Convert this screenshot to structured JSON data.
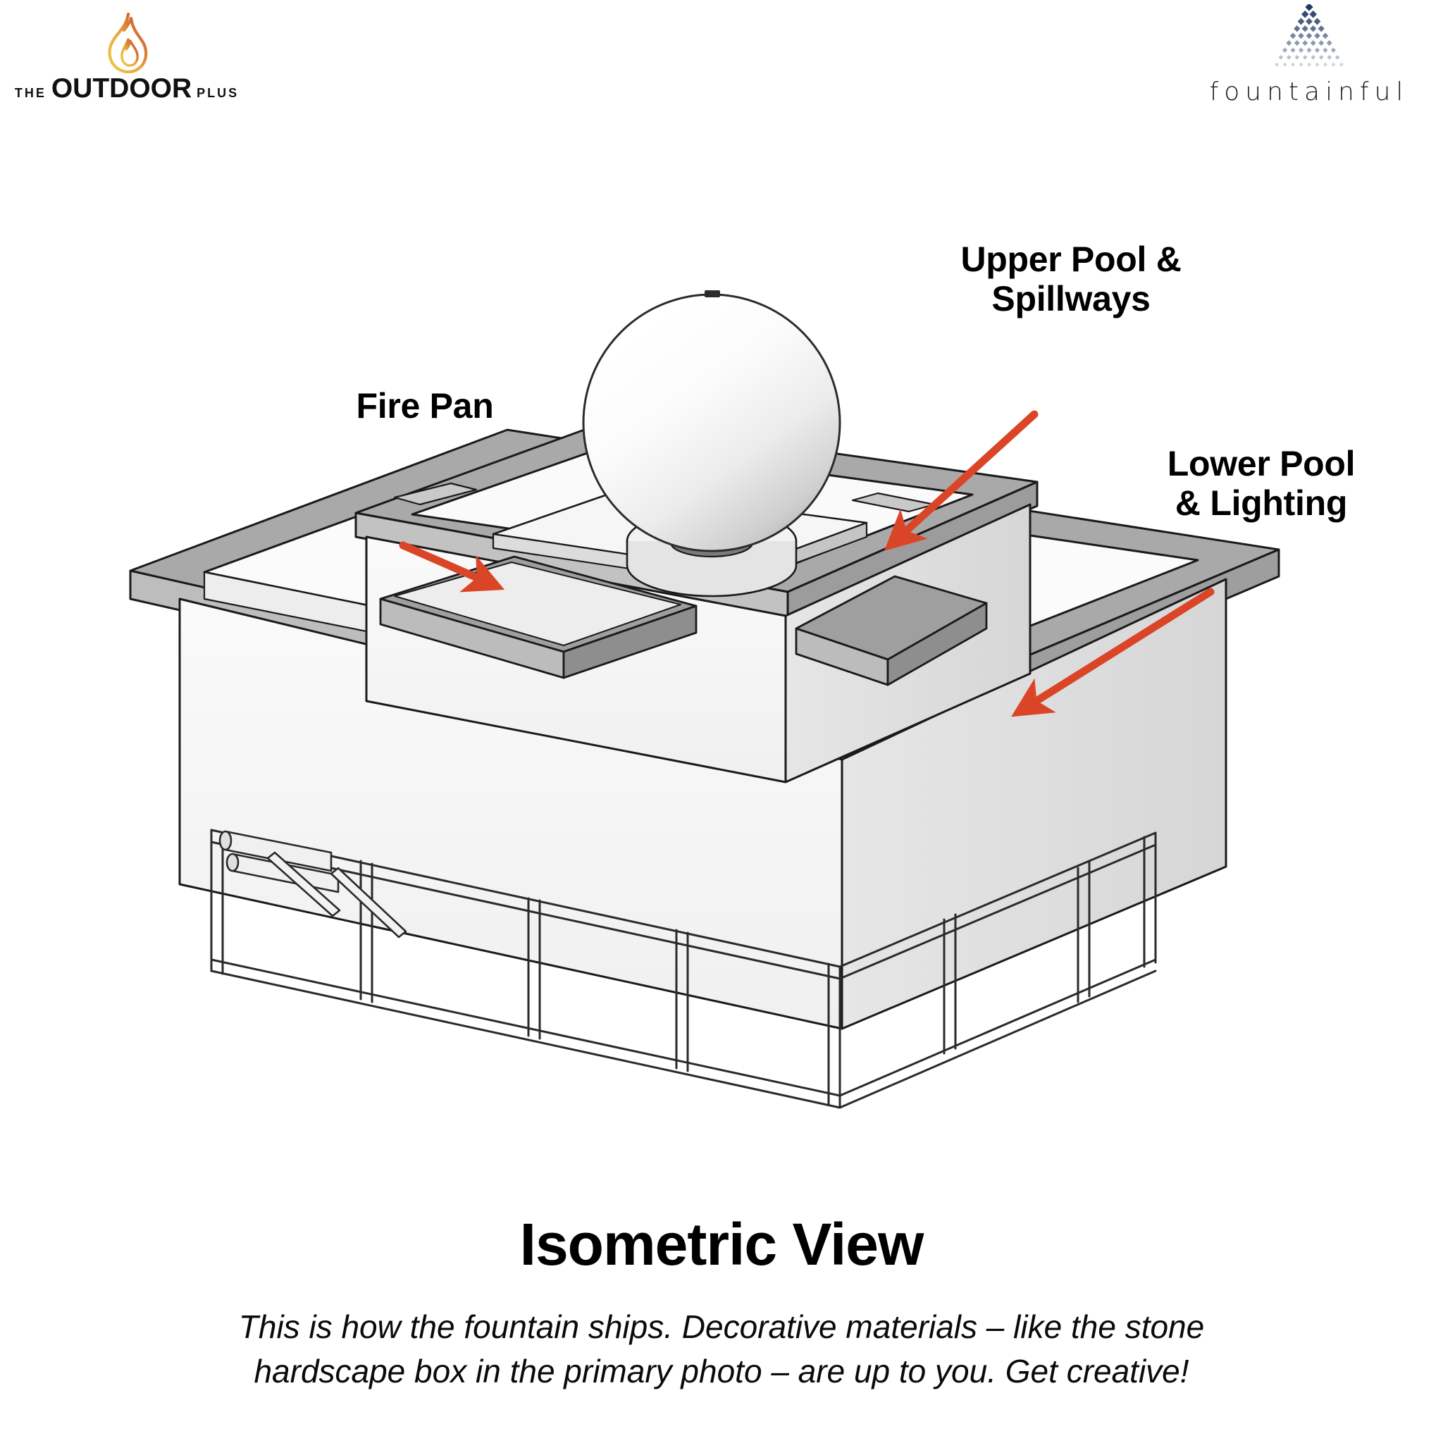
{
  "brand_left": {
    "icon": "flame-icon",
    "the": "THE",
    "main": "OUTDOOR",
    "plus": "PLUS"
  },
  "brand_right": {
    "icon": "diamond-leaf-icon",
    "wordmark": "fountainful"
  },
  "colors": {
    "arrow": "#DB4527",
    "text": "#000000",
    "background": "#FFFFFF",
    "logo_navy": "#1F3864",
    "flame_gold": "#E8B63C",
    "flame_red": "#C0392B",
    "render_light": "#F4F4F4",
    "render_mid": "#D9D9D9",
    "render_dark": "#A6A6A6",
    "render_line": "#1A1A1A"
  },
  "callouts": [
    {
      "id": "fire-pan",
      "label": "Fire Pan"
    },
    {
      "id": "upper-pool",
      "label": "Upper Pool &\nSpillways"
    },
    {
      "id": "lower-pool",
      "label": "Lower Pool\n& Lighting"
    }
  ],
  "callout_labels": {
    "fire_pan": "Fire Pan",
    "upper_pool_line1": "Upper Pool &",
    "upper_pool_line2": "Spillways",
    "lower_pool_line1": "Lower Pool",
    "lower_pool_line2": "& Lighting"
  },
  "figure": {
    "title": "Isometric View",
    "caption_line1": "This is how the fountain ships. Decorative materials – like the stone",
    "caption_line2": "hardscape box in the primary photo – are up to you. Get creative!",
    "subject": "fire-and-water-fountain-isometric-render",
    "components": [
      "sphere-water-feature",
      "fire-pan",
      "upper-pool",
      "spillways",
      "lower-pool",
      "lighting",
      "steel-support-frame",
      "plumbing-pipes"
    ]
  }
}
